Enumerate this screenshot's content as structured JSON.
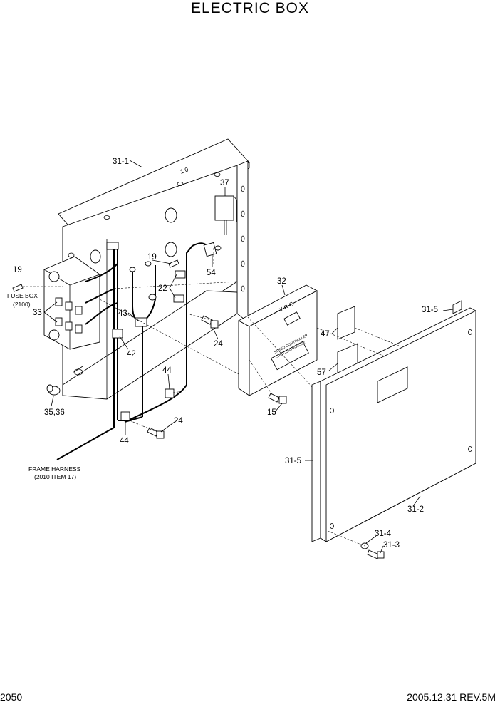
{
  "title": "ELECTRIC BOX",
  "footer": {
    "page": "2050",
    "revision": "2005.12.31 REV.5M"
  },
  "callouts": {
    "c31_1": "31-1",
    "c37": "37",
    "c19a": "19",
    "c19b": "19",
    "c22": "22",
    "c54": "54",
    "c33": "33",
    "c43": "43",
    "c42": "42",
    "c24a": "24",
    "c24b": "24",
    "c44a": "44",
    "c44b": "44",
    "c35_36": "35,36",
    "c32": "32",
    "c15": "15",
    "c47": "47",
    "c57": "57",
    "c31_5a": "31-5",
    "c31_5b": "31-5",
    "c31_2": "31-2",
    "c31_4": "31-4",
    "c31_3": "31-3"
  },
  "notes": {
    "fuse_box_1": "FUSE BOX",
    "fuse_box_2": "(2100)",
    "frame_harness_1": "FRAME HARNESS",
    "frame_harness_2": "(2010 ITEM 17)"
  },
  "controller": {
    "logo": "Y R G",
    "label_line1": "SPEED CONTROLLER",
    "label_line2": "CPU CONTROLLER"
  }
}
